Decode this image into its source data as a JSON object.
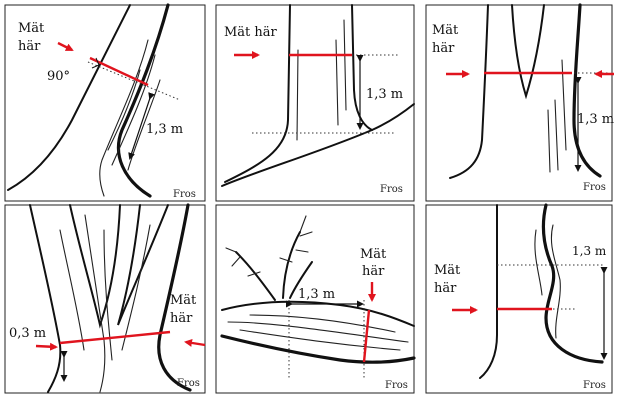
{
  "panels": [
    {
      "id": "p1",
      "label_line1": "Mät",
      "label_line2": "här",
      "angle_label": "90°",
      "distance_label": "1,3 m",
      "signature": "Fros"
    },
    {
      "id": "p2",
      "label": "Mät här",
      "distance_label": "1,3 m",
      "signature": "Fros"
    },
    {
      "id": "p3",
      "label_line1": "Mät",
      "label_line2": "här",
      "distance_label": "1,3 m",
      "signature": "Fros"
    },
    {
      "id": "p4",
      "label_line1": "Mät",
      "label_line2": "här",
      "distance_label": "0,3 m",
      "signature": "Fros"
    },
    {
      "id": "p5",
      "label_line1": "Mät",
      "label_line2": "här",
      "distance_label": "1,3 m",
      "signature": "Fros"
    },
    {
      "id": "p6",
      "label_line1": "Mät",
      "label_line2": "här",
      "distance_label": "1,3 m",
      "signature": "Fros"
    }
  ],
  "colors": {
    "measure_line": "#e0141e",
    "ink": "#111111",
    "background": "#ffffff"
  }
}
